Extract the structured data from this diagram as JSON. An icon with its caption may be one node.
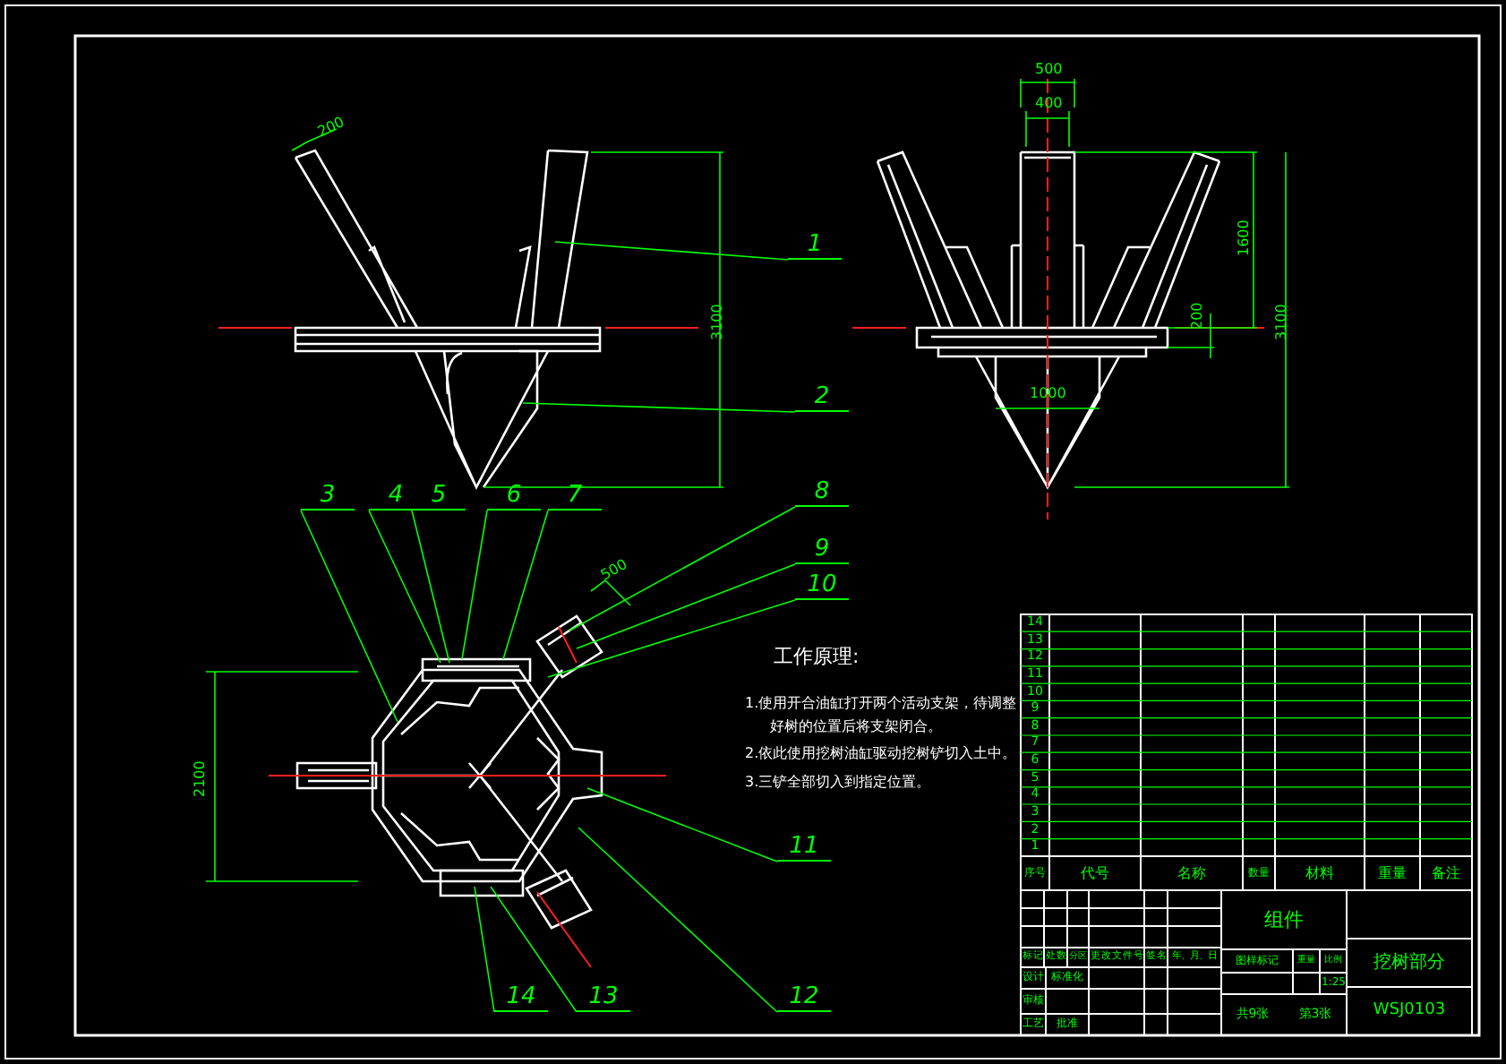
{
  "diagram": {
    "nodes": [
      {
        "text": [
          "1"
        ]
      },
      {
        "text": [
          "2"
        ]
      },
      {
        "text": [
          "3"
        ]
      },
      {
        "text": [
          "4"
        ]
      },
      {
        "text": [
          "5"
        ]
      },
      {
        "text": [
          "6"
        ]
      },
      {
        "text": [
          "7"
        ]
      },
      {
        "text": [
          "8"
        ]
      },
      {
        "text": [
          "9"
        ]
      },
      {
        "text": [
          "10"
        ]
      },
      {
        "text": [
          "11"
        ]
      },
      {
        "text": [
          "12"
        ]
      },
      {
        "text": [
          "13"
        ]
      },
      {
        "text": [
          "14"
        ]
      }
    ],
    "edges": [
      {
        "from": 0,
        "to": null,
        "arrow": "none"
      },
      {
        "from": 1,
        "to": null,
        "arrow": "none"
      },
      {
        "from": 2,
        "to": null,
        "arrow": "none"
      },
      {
        "from": 3,
        "to": null,
        "arrow": "none"
      },
      {
        "from": 4,
        "to": null,
        "arrow": "none"
      },
      {
        "from": 5,
        "to": null,
        "arrow": "none"
      },
      {
        "from": 6,
        "to": null,
        "arrow": "none"
      },
      {
        "from": 7,
        "to": null,
        "arrow": "none"
      },
      {
        "from": 8,
        "to": null,
        "arrow": "none"
      },
      {
        "from": 9,
        "to": null,
        "arrow": "none"
      },
      {
        "from": 10,
        "to": null,
        "arrow": "none"
      },
      {
        "from": 11,
        "to": null,
        "arrow": "none"
      },
      {
        "from": 12,
        "to": null,
        "arrow": "none"
      },
      {
        "from": 13,
        "to": null,
        "arrow": "none"
      }
    ],
    "labels": [
      "200",
      "3100",
      "500",
      "400",
      "1600",
      "200",
      "3100",
      "1000",
      "500",
      "2100",
      "工作原理:",
      "1.使用开合油缸打开两个活动支架，待调整好树的位置后将支架闭合。",
      "2.依此使用挖树油缸驱动挖树铲切入土中。",
      "3.三铲全部切入到指定位置。",
      "14",
      "13",
      "12",
      "11",
      "10",
      "9",
      "8",
      "7",
      "6",
      "5",
      "4",
      "3",
      "2",
      "1",
      "序号",
      "代号",
      "名称",
      "数量",
      "材料",
      "重量",
      "备注",
      "组件",
      "挖树部分",
      "标记",
      "处数",
      "分区",
      "更改文件号",
      "签名",
      "年、月、日",
      "设计",
      "标准化",
      "图样标记",
      "重量",
      "比例",
      "1:25",
      "审核",
      "工艺",
      "批准",
      "共9张",
      "第3张",
      "WSJ0103"
    ]
  }
}
